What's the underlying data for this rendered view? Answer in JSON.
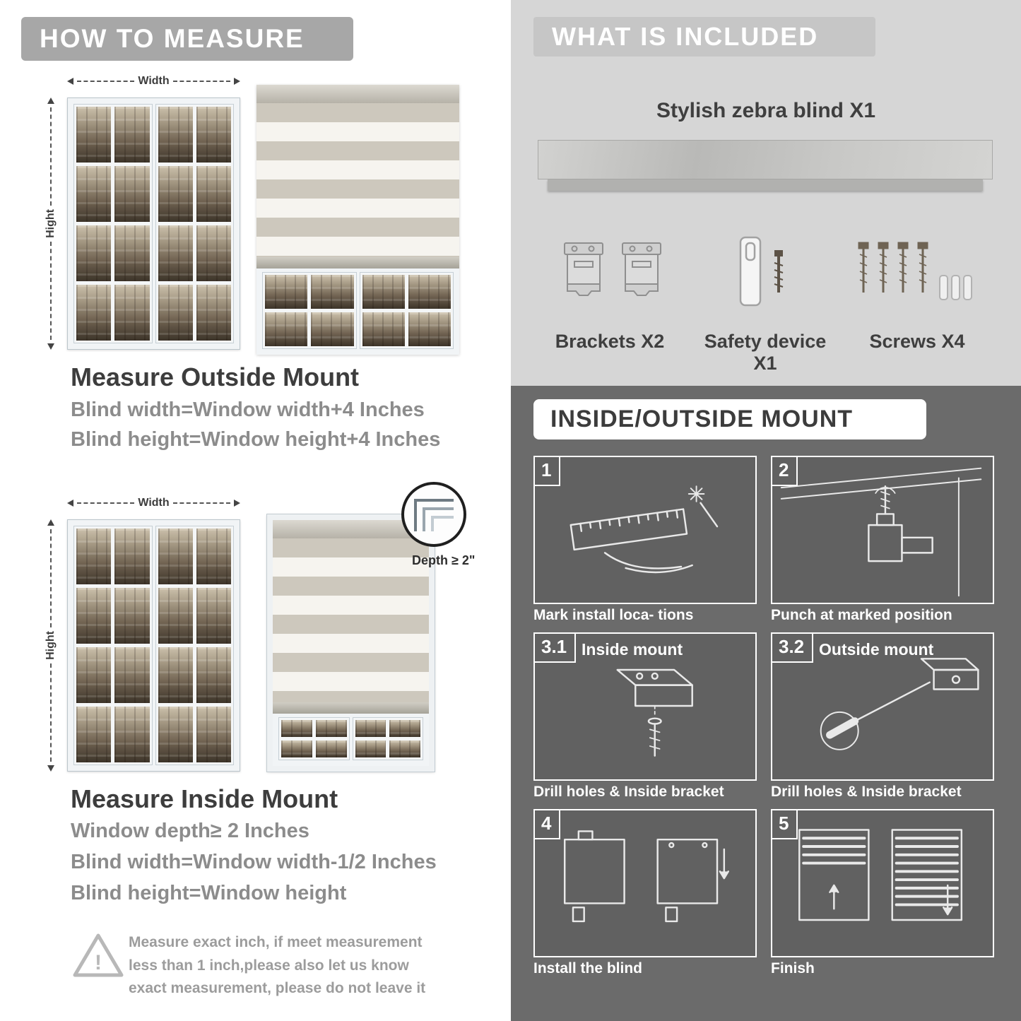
{
  "left": {
    "header": "HOW TO MEASURE",
    "outside": {
      "width_label": "Width",
      "height_label": "Hight",
      "title": "Measure Outside Mount",
      "line1": "Blind width=Window width+4 Inches",
      "line2": "Blind height=Window height+4 Inches"
    },
    "inside": {
      "width_label": "Width",
      "height_label": "Hight",
      "depth_label": "Depth ≥ 2\"",
      "title": "Measure Inside Mount",
      "line1": "Window depth≥ 2 Inches",
      "line2": "Blind width=Window width-1/2 Inches",
      "line3": "Blind height=Window height"
    },
    "warning_mark": "!",
    "warning_text": "Measure exact inch, if meet measurement less than 1 inch,please also let us know exact measurement, please do not leave it"
  },
  "included": {
    "header": "WHAT IS INCLUDED",
    "product": "Stylish zebra blind X1",
    "items": [
      {
        "label": "Brackets X2"
      },
      {
        "label": "Safety device X1"
      },
      {
        "label": "Screws X4"
      }
    ]
  },
  "mount": {
    "header": "INSIDE/OUTSIDE MOUNT",
    "steps": [
      {
        "num": "1",
        "caption": "Mark install loca- tions"
      },
      {
        "num": "2",
        "caption": "Punch at  marked position"
      },
      {
        "num": "3.1",
        "title": "Inside mount",
        "caption": "Drill holes &  Inside bracket"
      },
      {
        "num": "3.2",
        "title": "Outside mount",
        "caption": "Drill holes &  Inside bracket"
      },
      {
        "num": "4",
        "caption": "Install the blind"
      },
      {
        "num": "5",
        "caption": "Finish"
      }
    ]
  },
  "icons": {
    "warning-icon": "outlined triangle with exclamation",
    "bracket-icon": "metal mounting bracket",
    "safety-device-icon": "clear cord safety clip with screw",
    "screws-icon": "four screws with three wall anchors",
    "ruler-hand-icon": "hand marking with ruler",
    "drill-icon": "power drill at ceiling corner",
    "bracket-screw-icon": "bracket with screw",
    "screwdriver-bracket-icon": "screwdriver fixing bracket",
    "install-blind-icon": "blind headrail clipped into brackets",
    "finish-blind-icon": "zebra blinds raised and lowered"
  },
  "colors": {
    "header_gray": "#a7a7a7",
    "section_light": "#d6d6d6",
    "section_dark": "#6b6b6b",
    "text_dark": "#3d3d3d",
    "text_gray": "#8c8c8c"
  }
}
